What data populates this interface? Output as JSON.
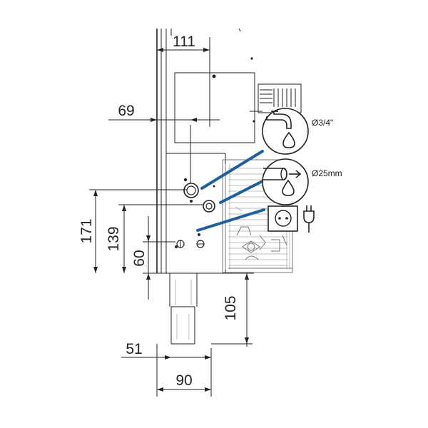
{
  "dimensions": {
    "d111": "111",
    "d69": "69",
    "d171": "171",
    "d139": "139",
    "d60": "60",
    "d105": "105",
    "d51": "51",
    "d90": "90"
  },
  "connections": {
    "water_inlet": {
      "size": "Ø3/4\"",
      "icon": "tap-drop-icon"
    },
    "drain": {
      "size": "Ø25mm",
      "icon": "pipe-drain-icon"
    },
    "power": {
      "icons": [
        "socket-icon",
        "plug-icon"
      ]
    }
  },
  "colors": {
    "leader_lines": "#1f5f9e",
    "linework": "#222222"
  }
}
